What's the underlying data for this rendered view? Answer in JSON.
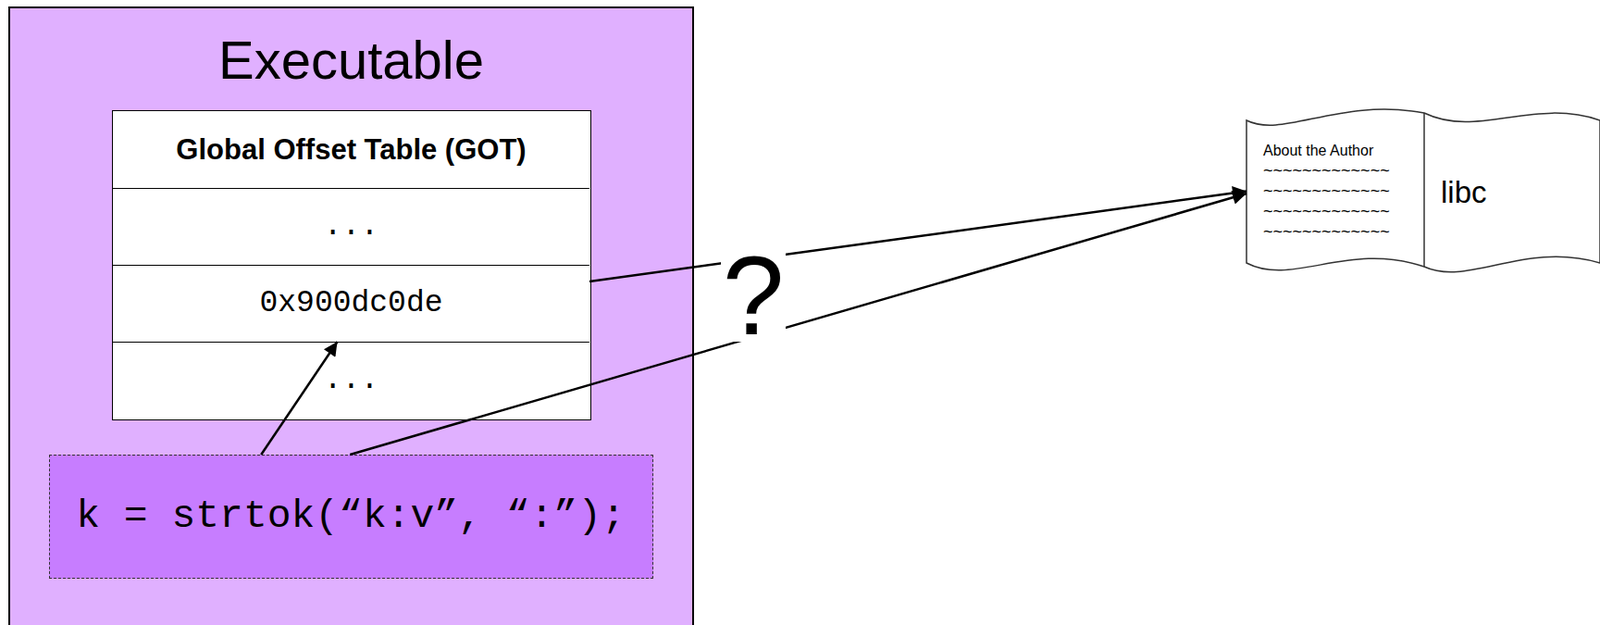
{
  "diagram": {
    "nodes": [
      {
        "text": [
          "Executable"
        ]
      },
      {
        "text": [
          "Global Offset Table (GOT)"
        ],
        "in": 0
      },
      {
        "text": [
          "..."
        ],
        "in": 1
      },
      {
        "text": [
          "0x900dc0de"
        ],
        "in": 1
      },
      {
        "text": [
          "..."
        ],
        "in": 1
      },
      {
        "text": [
          "k = strtok(“k:v”, “:”);"
        ],
        "in": 0
      },
      {
        "text": [
          "About the Author",
          "~~~~~~~~~~~~~",
          "~~~~~~~~~~~~~",
          "~~~~~~~~~~~~~",
          "~~~~~~~~~~~~~",
          "libc"
        ]
      }
    ],
    "edges": [
      {
        "from": 5,
        "to": 3,
        "arrow": "to"
      },
      {
        "from": 3,
        "to": 6,
        "label": "?",
        "arrow": "to"
      },
      {
        "from": 5,
        "to": 6,
        "arrow": "to"
      }
    ]
  }
}
